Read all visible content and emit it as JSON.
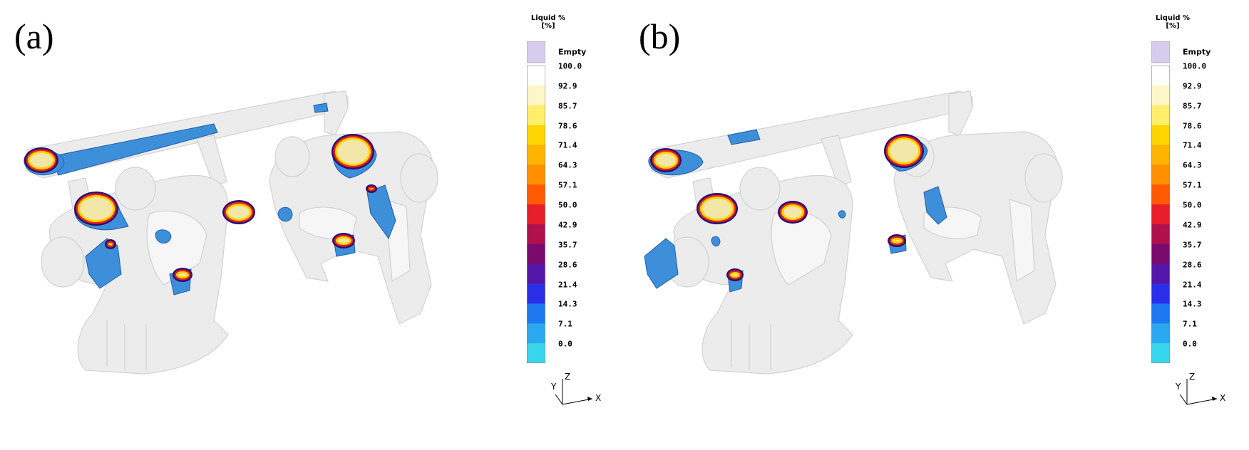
{
  "panels": [
    {
      "label": "(a)",
      "legend": {
        "title_line1": "Liquid %",
        "title_line2": "[%]",
        "empty_label": "Empty",
        "ticks": [
          "100.0",
          "92.9",
          "85.7",
          "78.6",
          "71.4",
          "64.3",
          "57.1",
          "50.0",
          "42.9",
          "35.7",
          "28.6",
          "21.4",
          "14.3",
          "7.1",
          "0.0"
        ]
      },
      "axes": {
        "x": "X",
        "y": "Y",
        "z": "Z"
      }
    },
    {
      "label": "(b)",
      "legend": {
        "title_line1": "Liquid %",
        "title_line2": "[%]",
        "empty_label": "Empty",
        "ticks": [
          "100.0",
          "92.9",
          "85.7",
          "78.6",
          "71.4",
          "64.3",
          "57.1",
          "50.0",
          "42.9",
          "35.7",
          "28.6",
          "21.4",
          "14.3",
          "7.1",
          "0.0"
        ]
      },
      "axes": {
        "x": "X",
        "y": "Y",
        "z": "Z"
      }
    }
  ],
  "colors": {
    "casting": "#ececec",
    "casting_edge": "#d2d2d2",
    "empty": "#d6cdee",
    "scale": [
      "#ffffff",
      "#fff6c8",
      "#ffee6a",
      "#ffd400",
      "#ffb400",
      "#ff9000",
      "#ff5a00",
      "#e81e2a",
      "#b0104e",
      "#7a0a6e",
      "#5416a8",
      "#2b2ee8",
      "#1e78f0",
      "#2aa8f0",
      "#38d6ec",
      "#5af0ee"
    ],
    "blob": "#3e8fd9",
    "blob_edge": "#1f5fae",
    "core": "#f2e7a8",
    "ring_outer": "#2a0e6e",
    "ring_inner": "#e8201c"
  }
}
